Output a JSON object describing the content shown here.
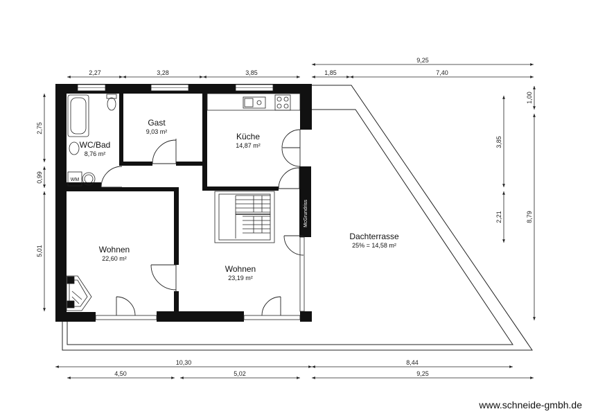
{
  "rooms": {
    "wc": {
      "name": "WC/Bad",
      "area": "8,76 m²"
    },
    "gast": {
      "name": "Gast",
      "area": "9,03 m²"
    },
    "kueche": {
      "name": "Küche",
      "area": "14,87 m²"
    },
    "wohnen_left": {
      "name": "Wohnen",
      "area": "22,60 m²"
    },
    "wohnen_center": {
      "name": "Wohnen",
      "area": "23,19 m²"
    },
    "dachterrasse": {
      "name": "Dachterrasse",
      "area": "25% = 14,58 m²"
    }
  },
  "labels": {
    "wm": "WM",
    "mcgrundriss": "McGrundriss"
  },
  "dimensions": {
    "top_total_right": "9,25",
    "top_227": "2,27",
    "top_328": "3,28",
    "top_385": "3,85",
    "top_185": "1,85",
    "top_740": "7,40",
    "left_275": "2,75",
    "left_099": "0,99",
    "left_501": "5,01",
    "right_100": "1,00",
    "right_385": "3,85",
    "right_221": "2,21",
    "right_879": "8,79",
    "bottom_1030": "10,30",
    "bottom_844": "8,44",
    "bottom_450": "4,50",
    "bottom_502": "5,02",
    "bottom_925": "9,25"
  },
  "website": "www.schneide-gmbh.de"
}
